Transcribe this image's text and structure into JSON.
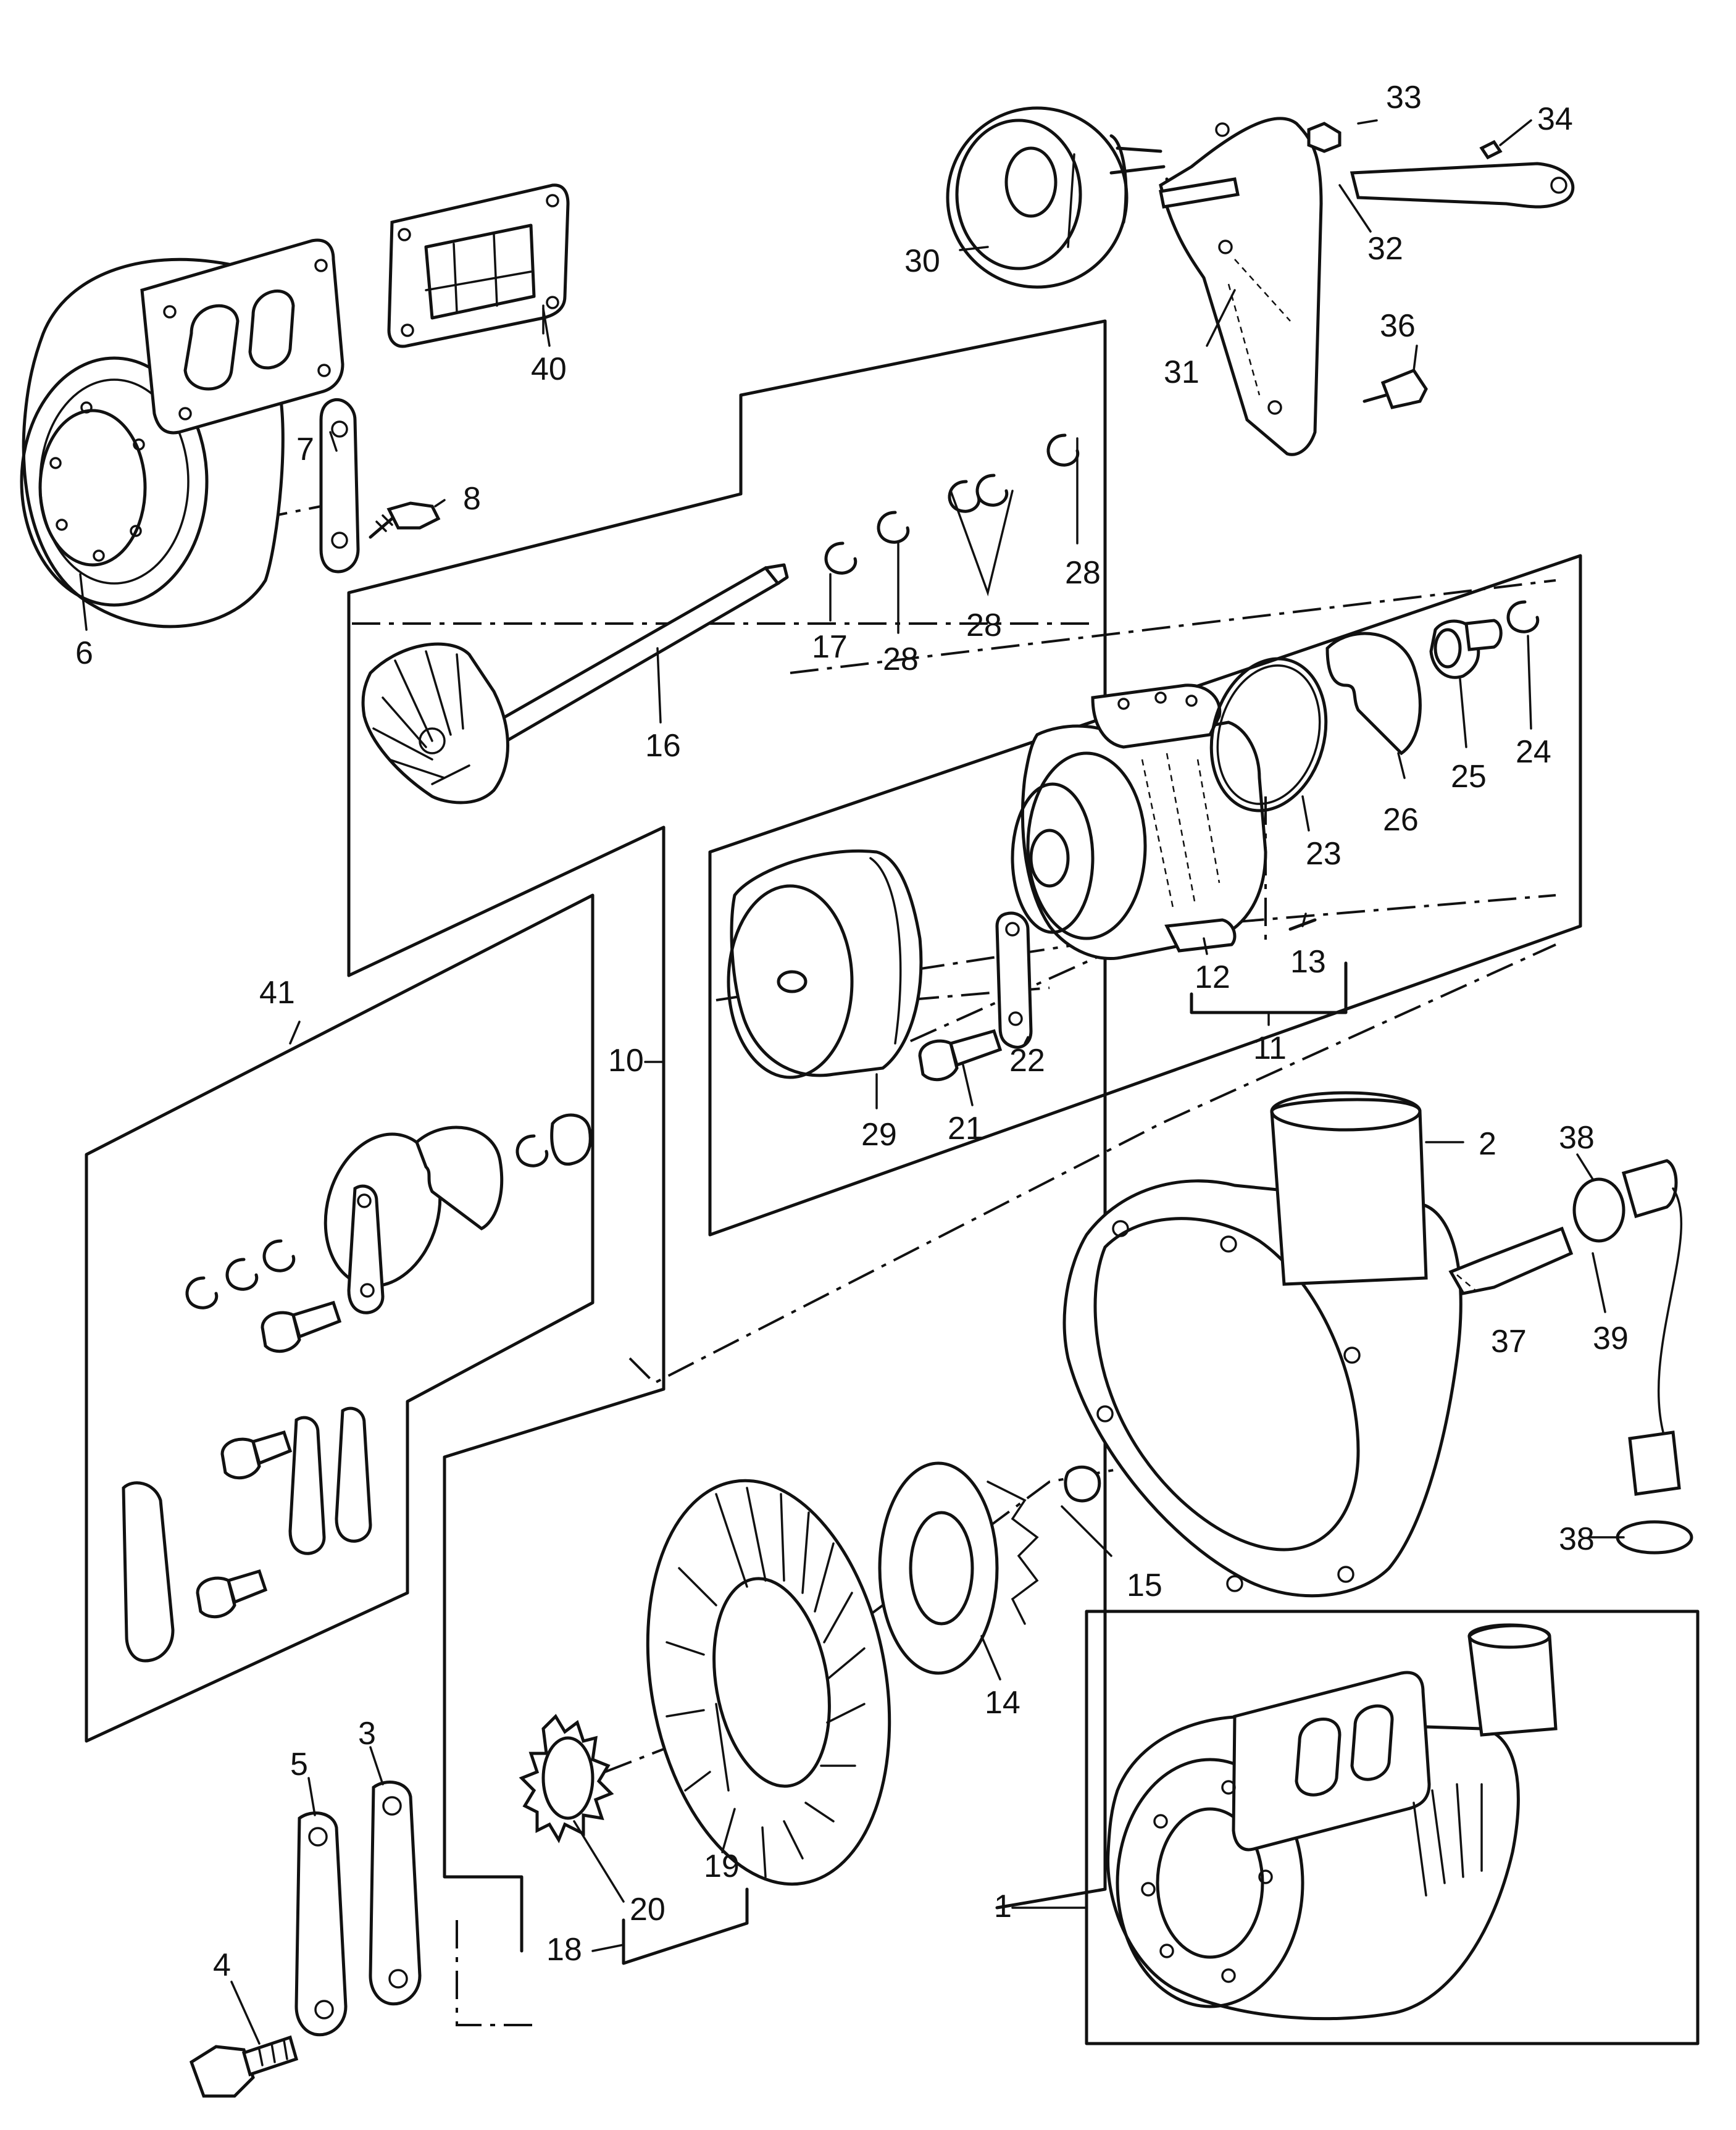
{
  "diagram": {
    "part_numbers": [
      "1",
      "2",
      "3",
      "4",
      "5",
      "6",
      "7",
      "8",
      "10",
      "11",
      "12",
      "13",
      "14",
      "15",
      "16",
      "17",
      "18",
      "19",
      "20",
      "21",
      "22",
      "23",
      "24",
      "25",
      "26",
      "28",
      "29",
      "30",
      "31",
      "32",
      "33",
      "34",
      "36",
      "37",
      "38",
      "39",
      "40",
      "41"
    ]
  },
  "labels": {
    "p1": "1",
    "p2": "2",
    "p3": "3",
    "p4": "4",
    "p5": "5",
    "p6": "6",
    "p7": "7",
    "p8": "8",
    "p10": "10",
    "p11": "11",
    "p12": "12",
    "p13": "13",
    "p14": "14",
    "p15": "15",
    "p16": "16",
    "p17": "17",
    "p18": "18",
    "p19": "19",
    "p20": "20",
    "p21": "21",
    "p22": "22",
    "p23": "23",
    "p24": "24",
    "p25": "25",
    "p26": "26",
    "p28a": "28",
    "p28b": "28",
    "p28c": "28",
    "p29": "29",
    "p30": "30",
    "p31": "31",
    "p32": "32",
    "p33": "33",
    "p34": "34",
    "p36": "36",
    "p37": "37",
    "p38a": "38",
    "p38b": "38",
    "p39": "39",
    "p40": "40",
    "p41": "41"
  }
}
